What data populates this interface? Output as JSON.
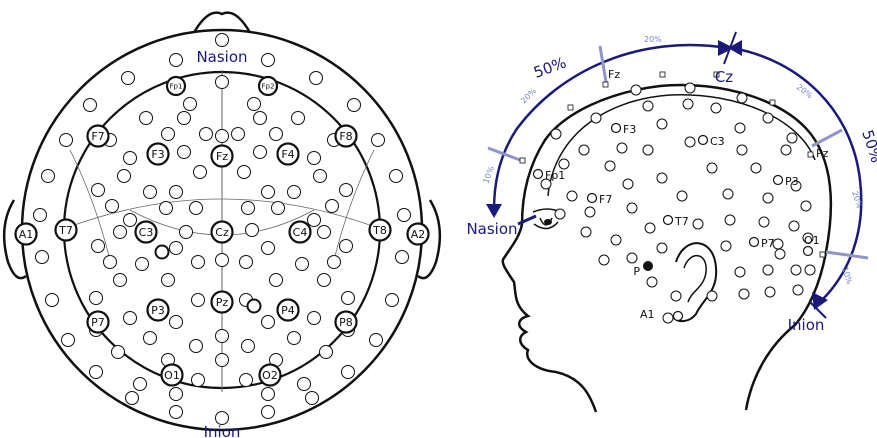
{
  "top_view": {
    "nasion": "Nasion",
    "inion": "Inion",
    "electrodes": [
      "Fp1",
      "Fp2",
      "F7",
      "F3",
      "Fz",
      "F4",
      "F8",
      "A1",
      "T7",
      "C3",
      "Cz",
      "C4",
      "T8",
      "A2",
      "P7",
      "P3",
      "Pz",
      "P4",
      "P8",
      "O1",
      "O2"
    ]
  },
  "side_view": {
    "nasion": "Nasion",
    "inion": "Inion",
    "cz": "Cz",
    "electrodes": [
      "Fz",
      "F3",
      "C3",
      "Pz",
      "P3",
      "Fp1",
      "F7",
      "T7",
      "P",
      "P7",
      "O1",
      "A1"
    ],
    "percentages": {
      "left_big": "50%",
      "right_big": "50%",
      "top_20": "20%",
      "front_upper_20": "20%",
      "front_10": "10%",
      "back_upper_20": "20%",
      "back_lower_20": "20%",
      "back_10": "10%"
    }
  },
  "colors": {
    "outline": "#111111",
    "arrow": "#1a1a7a",
    "tick": "#8f95c9"
  }
}
